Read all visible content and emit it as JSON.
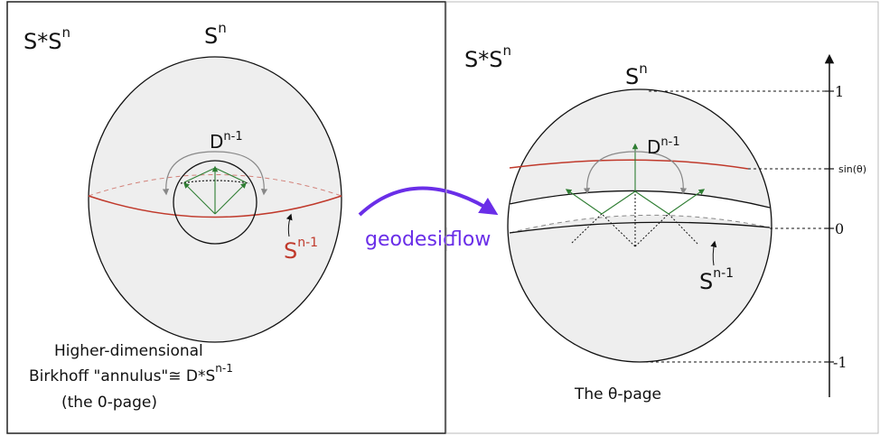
{
  "left_panel": {
    "space_label": "S*S",
    "space_label_sup": "n",
    "sphere_label": "S",
    "sphere_label_sup": "n",
    "disk_label": "D",
    "disk_label_sup": "n-1",
    "equator_label": "S",
    "equator_label_sup": "n-1",
    "caption_lines": [
      "Higher-dimensional",
      "Birkhoff \"annulus\"≅ D*S",
      "(the 0-page)"
    ],
    "caption_sup": "n-1"
  },
  "arrow": {
    "label_part1": "geodesic",
    "label_part2": "flow"
  },
  "right_panel": {
    "space_label": "S*S",
    "space_label_sup": "n",
    "sphere_label": "S",
    "sphere_label_sup": "n",
    "disk_label": "D",
    "disk_label_sup": "n-1",
    "equator_label": "S",
    "equator_label_sup": "n-1",
    "caption": "The θ-page",
    "axis_ticks": [
      "1",
      "sin(θ)",
      "0",
      "-1"
    ]
  },
  "colors": {
    "sphere_fill": "#eeeeee",
    "outline": "#111111",
    "red_curve": "#c0392b",
    "green_arrows": "#2e7d32",
    "gray_arrows": "#888888",
    "flow_arrow": "#6a2ee8",
    "flow_text": "#6a2ee8"
  }
}
